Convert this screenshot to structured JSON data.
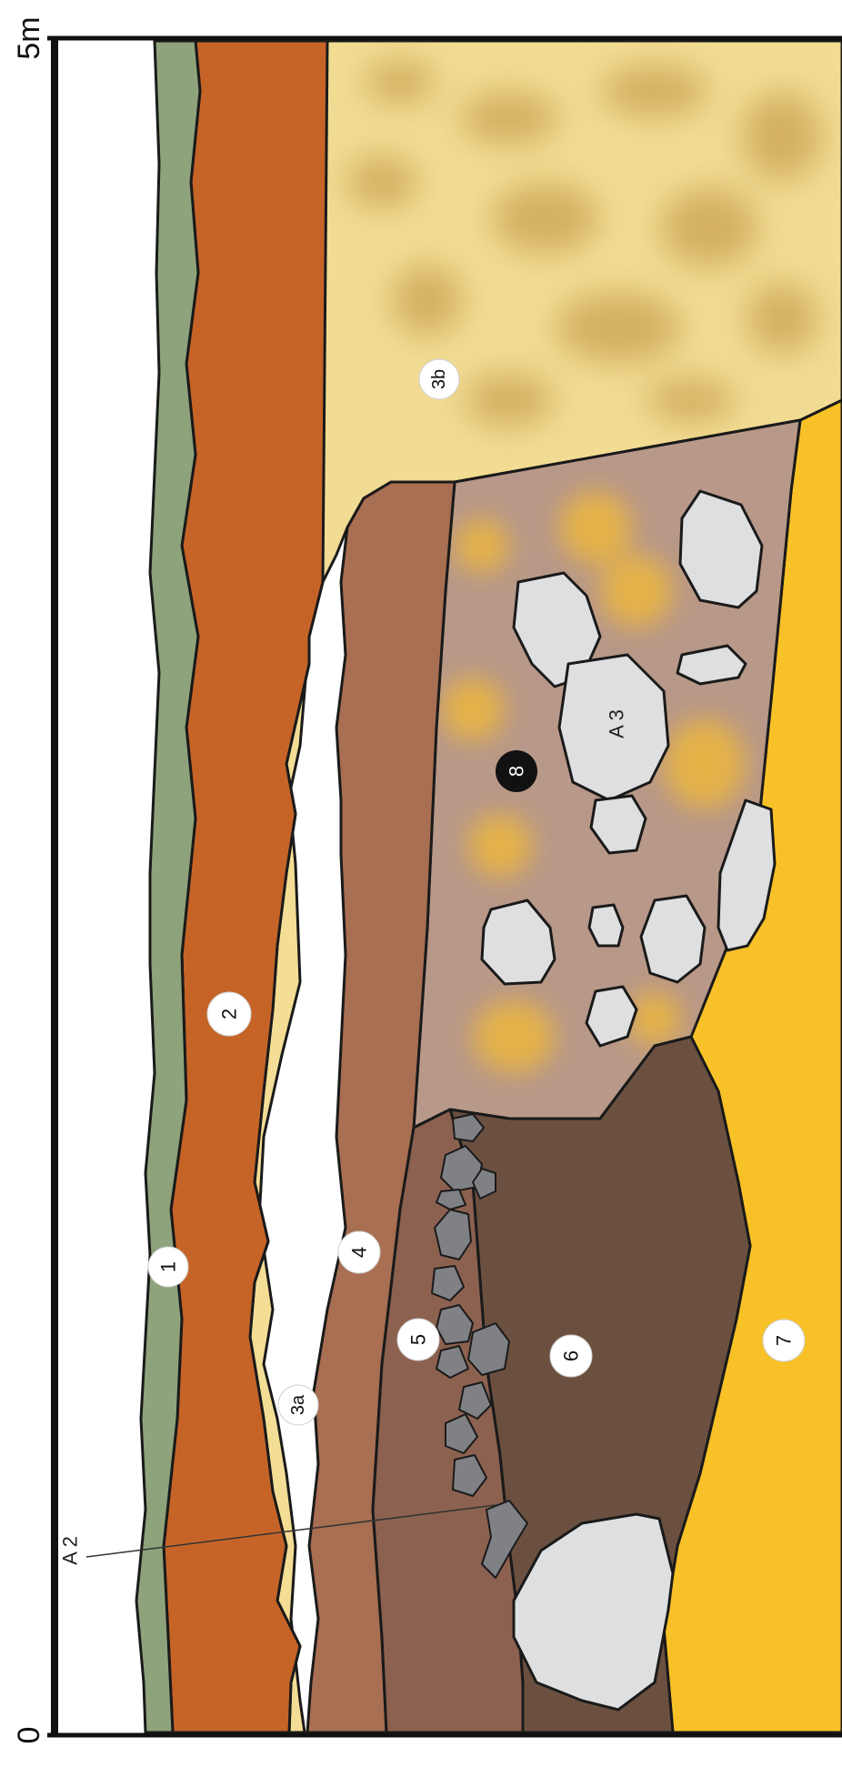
{
  "scale": {
    "start": "0",
    "end": "5m"
  },
  "layers": [
    {
      "id": "1",
      "label": "1",
      "color": "#8ea37b"
    },
    {
      "id": "2",
      "label": "2",
      "color": "#c66428"
    },
    {
      "id": "3a",
      "label": "3a",
      "color": "#f4dd95"
    },
    {
      "id": "3b",
      "label": "3b",
      "color": "#f2dc93"
    },
    {
      "id": "4",
      "label": "4",
      "color": "#a86f52"
    },
    {
      "id": "5",
      "label": "5",
      "color": "#8c6150"
    },
    {
      "id": "6",
      "label": "6",
      "color": "#6b5040"
    },
    {
      "id": "7",
      "label": "7",
      "color": "#f8c127"
    },
    {
      "id": "8",
      "label": "8",
      "color": "#b89889"
    }
  ],
  "features": {
    "a2": "A 2",
    "a3": "A 3"
  },
  "colors": {
    "stone": "#dedfe0",
    "dark_stone": "#7f8185",
    "mottle_3b": "#c9a253",
    "mottle_8": "#f0b93a",
    "label_bg": "#ffffff",
    "label_dark_bg": "#111111"
  }
}
